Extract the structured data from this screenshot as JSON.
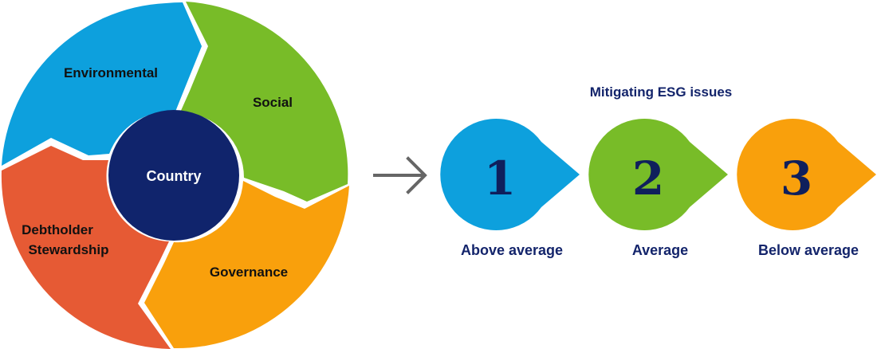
{
  "cycle": {
    "segments": [
      {
        "label_lines": [
          "Environmental"
        ],
        "color": "#0da0dd"
      },
      {
        "label_lines": [
          "Social"
        ],
        "color": "#78bc28"
      },
      {
        "label_lines": [
          "Governance"
        ],
        "color": "#f9a00c"
      },
      {
        "label_lines": [
          "Debtholder",
          "Stewardship"
        ],
        "color": "#e65a34"
      }
    ],
    "center": {
      "label": "Country",
      "color": "#10246c"
    }
  },
  "arrow_icon": "right-arrow-icon",
  "ratings": {
    "title": "Mitigating ESG issues",
    "items": [
      {
        "number": "1",
        "caption": "Above average",
        "color": "#0da0dd"
      },
      {
        "number": "2",
        "caption": "Average",
        "color": "#78bc28"
      },
      {
        "number": "3",
        "caption": "Below average",
        "color": "#f9a00c"
      }
    ]
  }
}
